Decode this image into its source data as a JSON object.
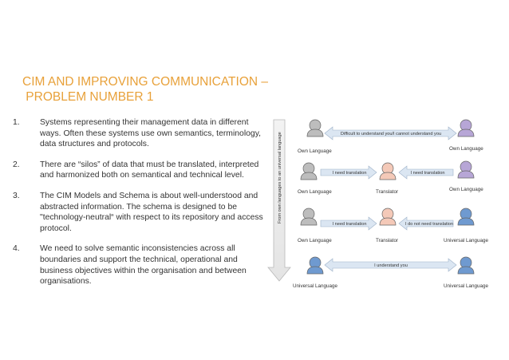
{
  "title": {
    "line1": "CIM AND IMPROVING COMMUNICATION –",
    "line2": " PROBLEM NUMBER 1"
  },
  "points": [
    {
      "num": "1.",
      "text": "Systems representing their management data in different ways. Often these systems use own semantics, terminology, data structures and protocols."
    },
    {
      "num": "2.",
      "text": "There are “silos” of data that must be translated, interpreted and harmonized both on semantical and technical level."
    },
    {
      "num": "3.",
      "text": "The CIM Models and Schema is about well-understood and abstracted information. The schema is designed to be \"technology-neutral“ with respect to its repository and access protocol."
    },
    {
      "num": "4.",
      "text": "We need to solve semantic inconsistencies across all boundaries and support the technical, operational and business objectives within the organisation and between organisations."
    }
  ],
  "diagram": {
    "vertical_label": "From own languages to an universal language",
    "rows": [
      {
        "left_label": "Own Language",
        "right_label": "Own Language",
        "arrow": "Difficult to understand you/I cannot understand you"
      },
      {
        "left_label": "Own Language",
        "middle_label": "Translator",
        "right_label": "Own Language",
        "arrow_left": "I need translation",
        "arrow_right": "I need translation"
      },
      {
        "left_label": "Own Language",
        "middle_label": "Translator",
        "right_label": "Universal Language",
        "arrow_left": "I need translation",
        "arrow_right": "I do not need translation"
      },
      {
        "left_label": "Universal Language",
        "right_label": "Universal Language",
        "arrow": "I understand you"
      }
    ],
    "colors": {
      "left_person_own": "#bdbdbd",
      "right_person_own": "#b7a6d6",
      "translator": "#f4c9b8",
      "universal": "#6f9ad0",
      "arrow_fill": "#dbe6f2",
      "side_arrow": "#e9e9e9"
    }
  }
}
